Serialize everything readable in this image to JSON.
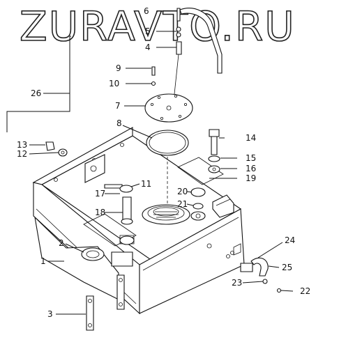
{
  "watermark": "ZURAVTO.RU",
  "callouts": [
    {
      "id": "1",
      "text": "1"
    },
    {
      "id": "2",
      "text": "2"
    },
    {
      "id": "3",
      "text": "3"
    },
    {
      "id": "4",
      "text": "4"
    },
    {
      "id": "5",
      "text": "5"
    },
    {
      "id": "6",
      "text": "6"
    },
    {
      "id": "7",
      "text": "7"
    },
    {
      "id": "8",
      "text": "8"
    },
    {
      "id": "9",
      "text": "9"
    },
    {
      "id": "10",
      "text": "10"
    },
    {
      "id": "11",
      "text": "11"
    },
    {
      "id": "12",
      "text": "12"
    },
    {
      "id": "13",
      "text": "13"
    },
    {
      "id": "14",
      "text": "14"
    },
    {
      "id": "15",
      "text": "15"
    },
    {
      "id": "16",
      "text": "16"
    },
    {
      "id": "17",
      "text": "17"
    },
    {
      "id": "18",
      "text": "18"
    },
    {
      "id": "19",
      "text": "19"
    },
    {
      "id": "20",
      "text": "20"
    },
    {
      "id": "21",
      "text": "21"
    },
    {
      "id": "22",
      "text": "22"
    },
    {
      "id": "23",
      "text": "23"
    },
    {
      "id": "24",
      "text": "24"
    },
    {
      "id": "25",
      "text": "25"
    },
    {
      "id": "26",
      "text": "26"
    }
  ]
}
